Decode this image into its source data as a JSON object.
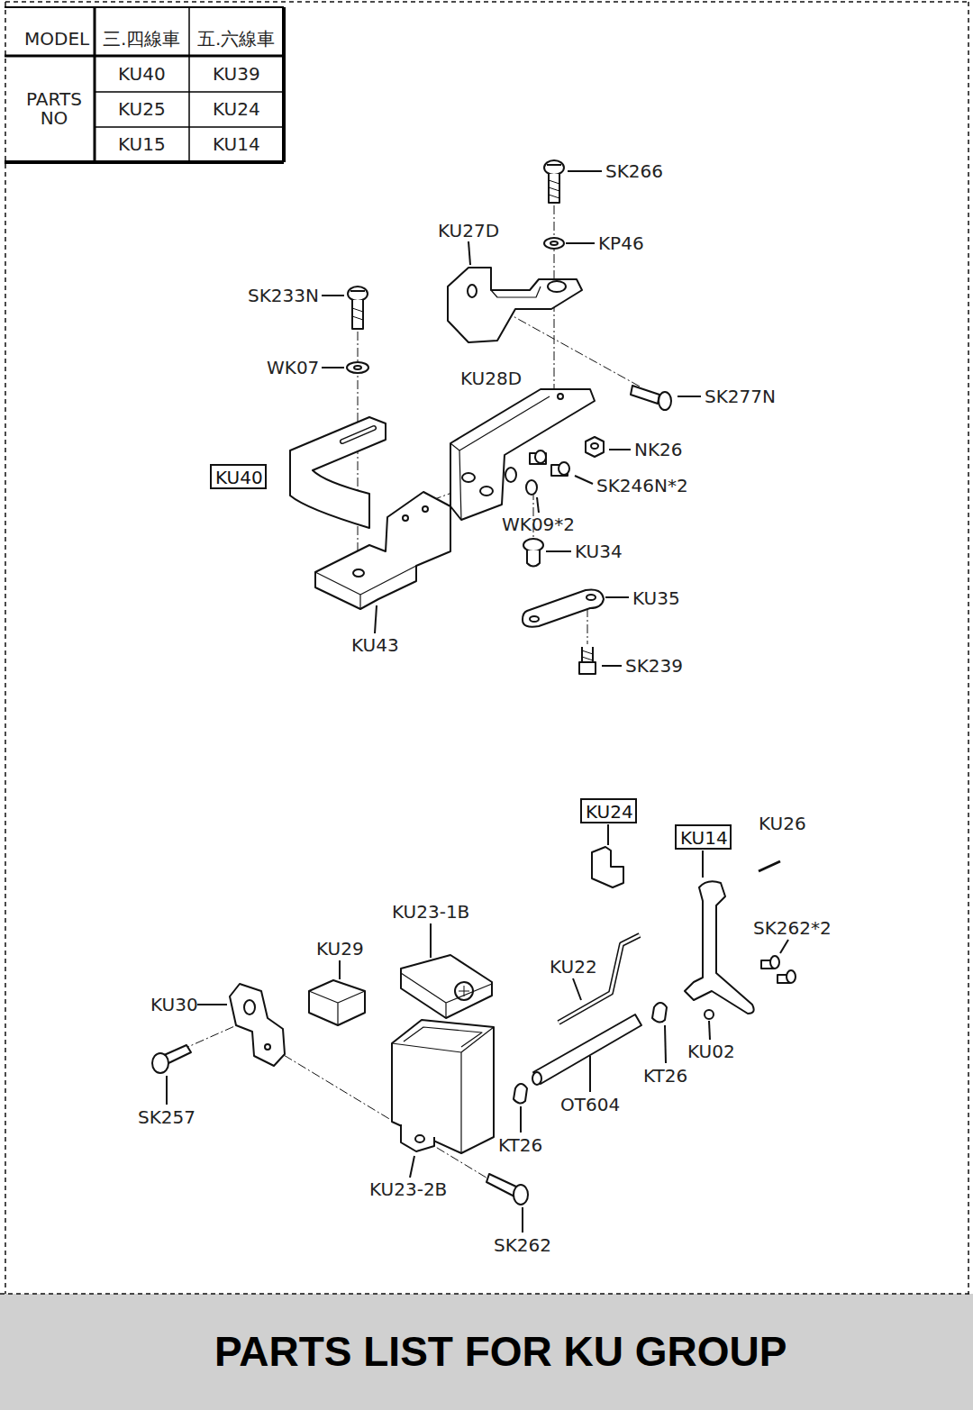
{
  "diagram": {
    "title": "PARTS LIST FOR KU GROUP",
    "nodes": [
      {
        "text": [
          "KU40"
        ]
      },
      {
        "text": [
          "KU24"
        ]
      },
      {
        "text": [
          "KU14"
        ]
      }
    ],
    "labels": [
      "MODEL",
      "三.四線車",
      "五.六線車",
      "PARTS NO",
      "KU40",
      "KU39",
      "KU25",
      "KU24",
      "KU15",
      "KU14",
      "SK266",
      "KP46",
      "KU27D",
      "SK233N",
      "WK07",
      "KU28D",
      "SK277N",
      "NK26",
      "SK246N*2",
      "WK09*2",
      "KU34",
      "KU35",
      "KU43",
      "SK239",
      "KU26",
      "SK262*2",
      "KU23-1B",
      "KU22",
      "KU29",
      "KU30",
      "KU02",
      "KT26",
      "OT604",
      "KT26",
      "SK257",
      "KU23-2B",
      "SK262"
    ]
  }
}
